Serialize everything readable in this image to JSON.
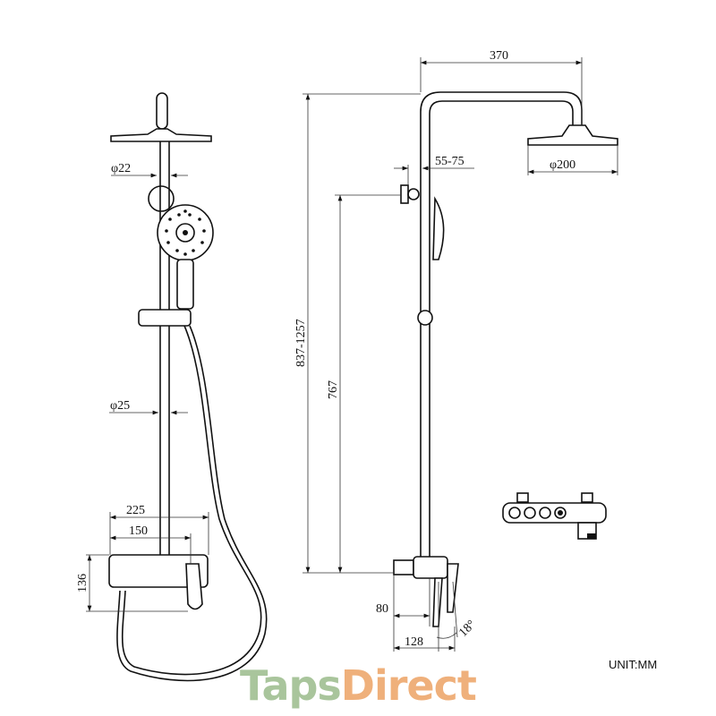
{
  "dimensions": {
    "left_view": {
      "top_pipe_dia": "φ22",
      "lower_pipe_dia": "φ25",
      "mixer_width": "225",
      "mixer_center": "150",
      "mixer_height": "136"
    },
    "right_view": {
      "arm_reach": "370",
      "head_dia": "φ200",
      "wall_offset": "55-75",
      "total_height": "837-1257",
      "bracket_height": "767",
      "outlet_offset": "80",
      "lever_angle": "18°",
      "lever_reach": "128"
    }
  },
  "unit_label": "UNIT:MM",
  "logo": {
    "part1": "Taps",
    "part2": "Direct"
  },
  "colors": {
    "logo_green": "#a9c59c",
    "logo_orange": "#efb07b"
  }
}
